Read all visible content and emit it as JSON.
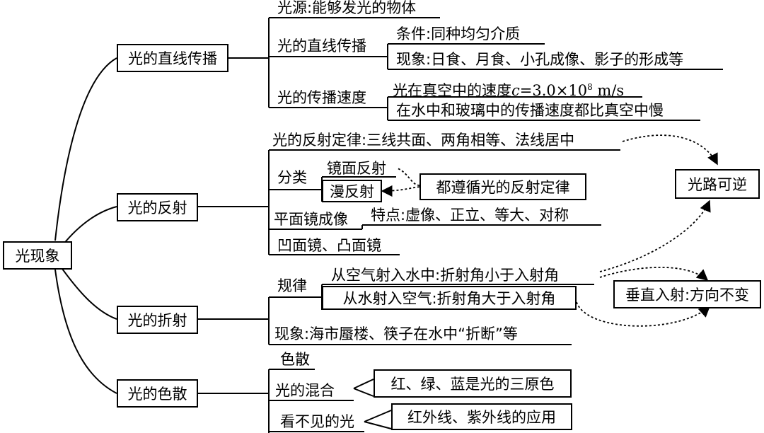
{
  "root": {
    "label": "光现象"
  },
  "branches": {
    "linear": {
      "label": "光的直线传播",
      "source": "光源:能够发光的物体",
      "propagation": {
        "label": "光的直线传播",
        "condition": "条件:同种均匀介质",
        "phenomena": "现象:日食、月食、小孔成像、影子的形成等"
      },
      "speed": {
        "label": "光的传播速度",
        "vacuum_prefix": "光在真空中的速度",
        "vacuum_var": "c",
        "vacuum_value": "=3.0×10",
        "vacuum_exp": "8",
        "vacuum_unit": " m/s",
        "media": "在水中和玻璃中的传播速度都比真空中慢"
      }
    },
    "reflection": {
      "label": "光的反射",
      "law": "光的反射定律:三线共面、两角相等、法线居中",
      "classification": {
        "label": "分类",
        "specular": "镜面反射",
        "diffuse": "漫反射",
        "note": "都遵循光的反射定律"
      },
      "plane_mirror": {
        "label": "平面镜成像",
        "features": "特点:虚像、正立、等大、对称"
      },
      "curved_mirrors": "凹面镜、凸面镜"
    },
    "refraction": {
      "label": "光的折射",
      "rule": {
        "label": "规律",
        "air_to_water": "从空气射入水中:折射角小于入射角",
        "water_to_air": "从水射入空气:折射角大于入射角"
      },
      "phenomena": "现象:海市蜃楼、筷子在水中“折断”等"
    },
    "dispersion": {
      "label": "光的色散",
      "dispersion_item": "色散",
      "mixing": {
        "label": "光的混合",
        "primaries": "红、绿、蓝是光的三原色"
      },
      "invisible": {
        "label": "看不见的光",
        "applications": "红外线、紫外线的应用"
      }
    }
  },
  "side_notes": {
    "reversible": "光路可逆",
    "perpendicular": "垂直入射:方向不变"
  }
}
